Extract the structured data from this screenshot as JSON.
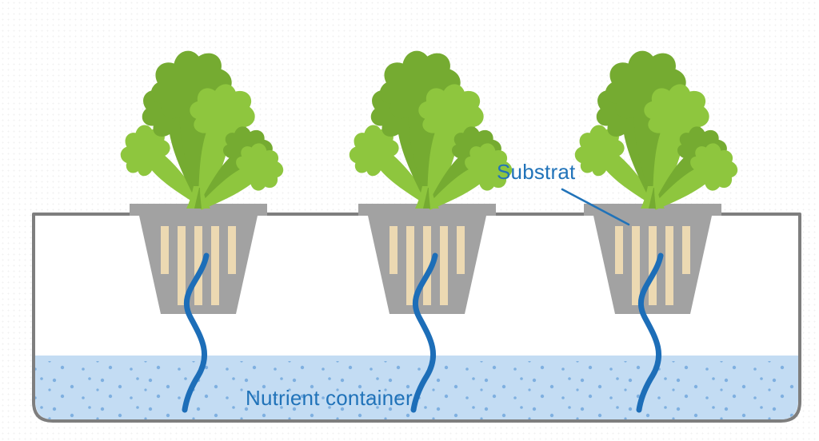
{
  "diagram": {
    "type": "hydroponics-schematic",
    "labels": {
      "substrat": "Substrat",
      "nutrient_container": "Nutrient container"
    },
    "elements": {
      "lettuce_plants": 3,
      "net_pots": 3,
      "roots": 3,
      "slits_per_pot": 5
    },
    "colors": {
      "label_text": "#2173b9",
      "pointer_line": "#2173b9",
      "root_blue": "#1d6eb8",
      "water": "#c3dcf3",
      "water_dots": "#7fb0e0",
      "pot_gray": "#a2a2a2",
      "substrate_slit": "#ecd9b2",
      "container_outline": "#7e7e7e",
      "leaf_light_green": "#8ec63e",
      "leaf_dark_green": "#75ab31",
      "background": "#ffffff"
    }
  }
}
